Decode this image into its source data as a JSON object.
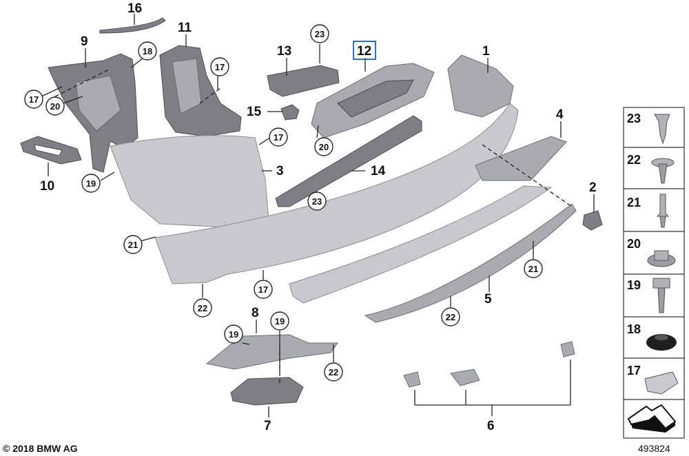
{
  "copyright": "© 2018 BMW AG",
  "diagram_id": "493824",
  "highlighted_part": "12",
  "part_numbers": [
    "1",
    "2",
    "3",
    "4",
    "5",
    "6",
    "7",
    "8",
    "9",
    "10",
    "11",
    "12",
    "13",
    "14",
    "15",
    "16"
  ],
  "circled_refs": {
    "c23a": "23",
    "c18": "18",
    "c17a": "17",
    "c17b": "17",
    "c20a": "20",
    "c17c": "17",
    "c20b": "20",
    "c19a": "19",
    "c21a": "21",
    "c23b": "23",
    "c17d": "17",
    "c22a": "22",
    "c21b": "21",
    "c22b": "22",
    "c19b": "19",
    "c19c": "19",
    "c22c": "22"
  },
  "side_panel": [
    "23",
    "22",
    "21",
    "20",
    "19",
    "18",
    "17"
  ]
}
